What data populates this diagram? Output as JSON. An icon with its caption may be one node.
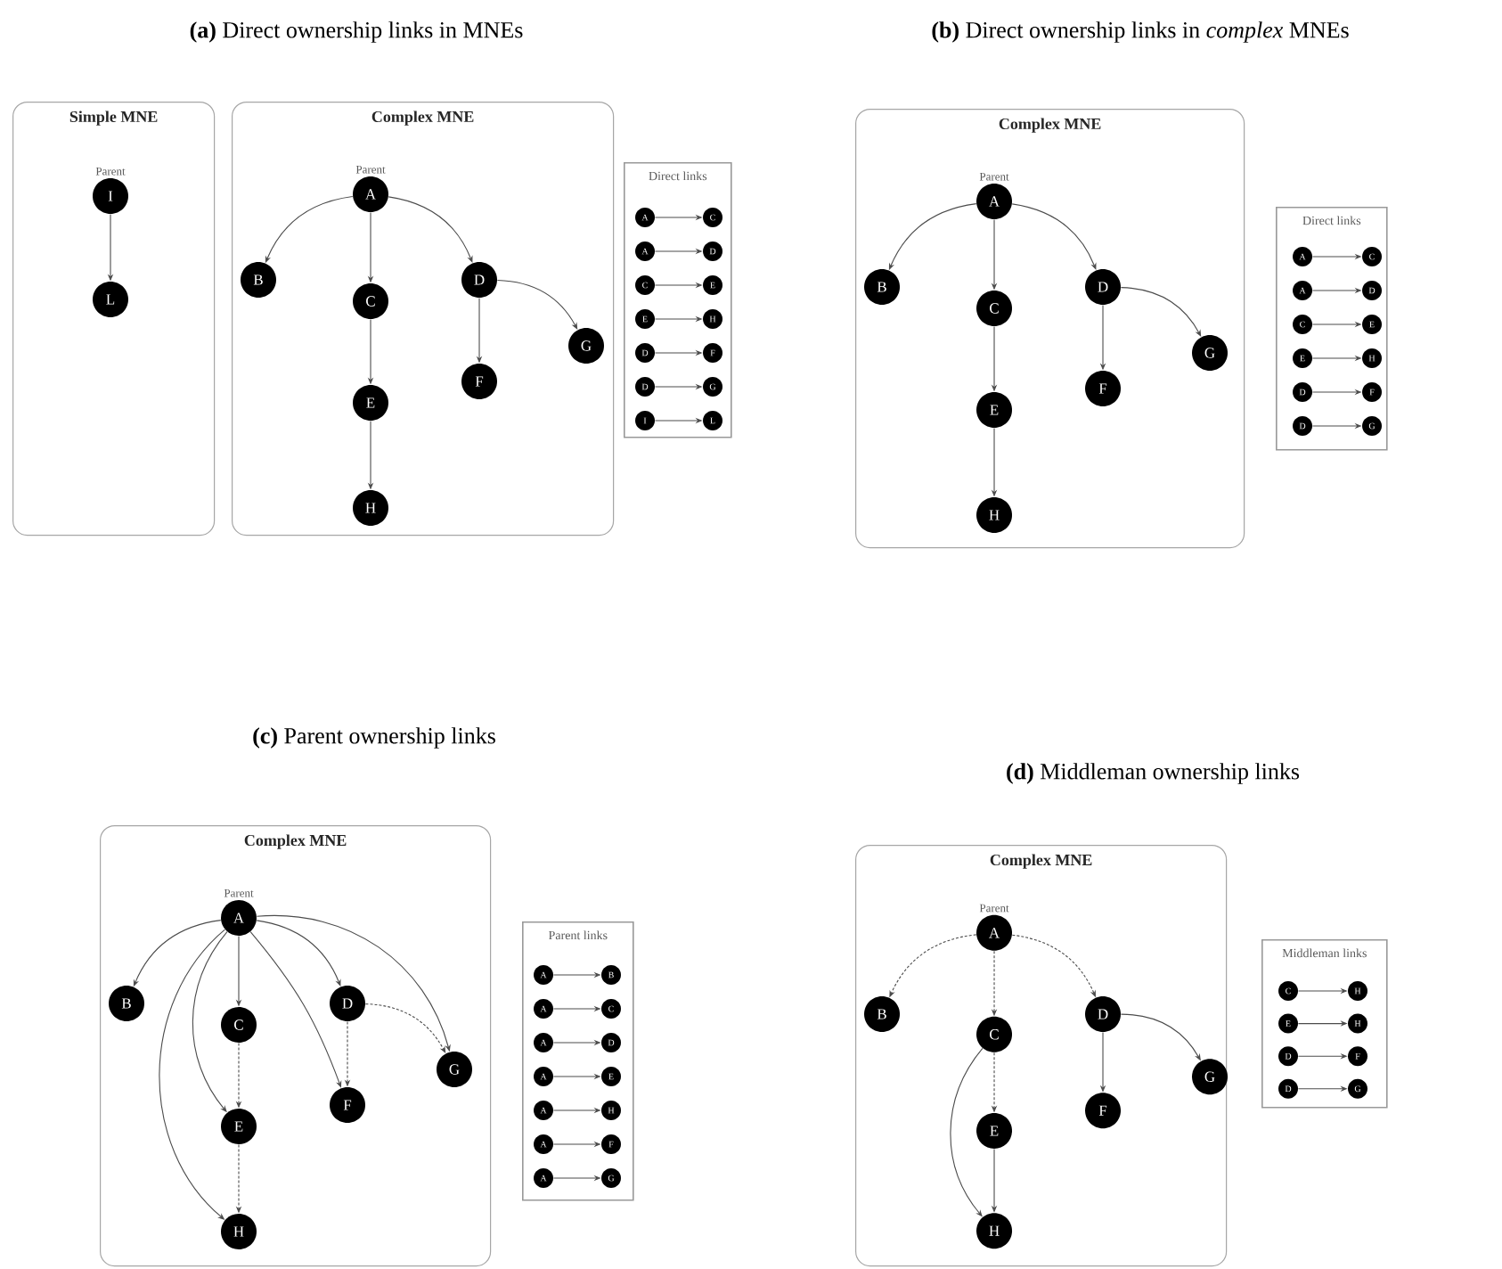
{
  "diagram": {
    "nodes": [
      {
        "text": [
          "Simple MNE"
        ]
      },
      {
        "text": [
          "I"
        ],
        "in": 0,
        "beside": [
          "Parent"
        ]
      },
      {
        "text": [
          "L"
        ],
        "in": 0
      },
      {
        "text": [
          "Complex MNE"
        ]
      },
      {
        "text": [
          "A"
        ],
        "in": 3,
        "beside": [
          "Parent"
        ]
      },
      {
        "text": [
          "B"
        ],
        "in": 3
      },
      {
        "text": [
          "C"
        ],
        "in": 3
      },
      {
        "text": [
          "D"
        ],
        "in": 3
      },
      {
        "text": [
          "E"
        ],
        "in": 3
      },
      {
        "text": [
          "F"
        ],
        "in": 3
      },
      {
        "text": [
          "G"
        ],
        "in": 3
      },
      {
        "text": [
          "H"
        ],
        "in": 3
      },
      {
        "text": [
          "Direct links"
        ]
      },
      {
        "text": [
          "A"
        ],
        "in": 12
      },
      {
        "text": [
          "C"
        ],
        "in": 12
      },
      {
        "text": [
          "A"
        ],
        "in": 12
      },
      {
        "text": [
          "D"
        ],
        "in": 12
      },
      {
        "text": [
          "C"
        ],
        "in": 12
      },
      {
        "text": [
          "E"
        ],
        "in": 12
      },
      {
        "text": [
          "E"
        ],
        "in": 12
      },
      {
        "text": [
          "H"
        ],
        "in": 12
      },
      {
        "text": [
          "D"
        ],
        "in": 12
      },
      {
        "text": [
          "F"
        ],
        "in": 12
      },
      {
        "text": [
          "D"
        ],
        "in": 12
      },
      {
        "text": [
          "G"
        ],
        "in": 12
      },
      {
        "text": [
          "I"
        ],
        "in": 12
      },
      {
        "text": [
          "L"
        ],
        "in": 12
      },
      {
        "text": [
          "Complex MNE"
        ]
      },
      {
        "text": [
          "A"
        ],
        "in": 27,
        "beside": [
          "Parent"
        ]
      },
      {
        "text": [
          "B"
        ],
        "in": 27
      },
      {
        "text": [
          "C"
        ],
        "in": 27
      },
      {
        "text": [
          "D"
        ],
        "in": 27
      },
      {
        "text": [
          "E"
        ],
        "in": 27
      },
      {
        "text": [
          "F"
        ],
        "in": 27
      },
      {
        "text": [
          "G"
        ],
        "in": 27
      },
      {
        "text": [
          "H"
        ],
        "in": 27
      },
      {
        "text": [
          "Direct links"
        ]
      },
      {
        "text": [
          "A"
        ],
        "in": 36
      },
      {
        "text": [
          "C"
        ],
        "in": 36
      },
      {
        "text": [
          "A"
        ],
        "in": 36
      },
      {
        "text": [
          "D"
        ],
        "in": 36
      },
      {
        "text": [
          "C"
        ],
        "in": 36
      },
      {
        "text": [
          "E"
        ],
        "in": 36
      },
      {
        "text": [
          "E"
        ],
        "in": 36
      },
      {
        "text": [
          "H"
        ],
        "in": 36
      },
      {
        "text": [
          "D"
        ],
        "in": 36
      },
      {
        "text": [
          "F"
        ],
        "in": 36
      },
      {
        "text": [
          "D"
        ],
        "in": 36
      },
      {
        "text": [
          "G"
        ],
        "in": 36
      },
      {
        "text": [
          "Complex MNE"
        ]
      },
      {
        "text": [
          "A"
        ],
        "in": 49,
        "beside": [
          "Parent"
        ]
      },
      {
        "text": [
          "B"
        ],
        "in": 49
      },
      {
        "text": [
          "C"
        ],
        "in": 49
      },
      {
        "text": [
          "D"
        ],
        "in": 49
      },
      {
        "text": [
          "E"
        ],
        "in": 49
      },
      {
        "text": [
          "F"
        ],
        "in": 49
      },
      {
        "text": [
          "G"
        ],
        "in": 49
      },
      {
        "text": [
          "H"
        ],
        "in": 49
      },
      {
        "text": [
          "Parent links"
        ]
      },
      {
        "text": [
          "A"
        ],
        "in": 58
      },
      {
        "text": [
          "B"
        ],
        "in": 58
      },
      {
        "text": [
          "A"
        ],
        "in": 58
      },
      {
        "text": [
          "C"
        ],
        "in": 58
      },
      {
        "text": [
          "A"
        ],
        "in": 58
      },
      {
        "text": [
          "D"
        ],
        "in": 58
      },
      {
        "text": [
          "A"
        ],
        "in": 58
      },
      {
        "text": [
          "E"
        ],
        "in": 58
      },
      {
        "text": [
          "A"
        ],
        "in": 58
      },
      {
        "text": [
          "H"
        ],
        "in": 58
      },
      {
        "text": [
          "A"
        ],
        "in": 58
      },
      {
        "text": [
          "F"
        ],
        "in": 58
      },
      {
        "text": [
          "A"
        ],
        "in": 58
      },
      {
        "text": [
          "G"
        ],
        "in": 58
      },
      {
        "text": [
          "Complex MNE"
        ]
      },
      {
        "text": [
          "A"
        ],
        "in": 73,
        "beside": [
          "Parent"
        ]
      },
      {
        "text": [
          "B"
        ],
        "in": 73
      },
      {
        "text": [
          "C"
        ],
        "in": 73
      },
      {
        "text": [
          "D"
        ],
        "in": 73
      },
      {
        "text": [
          "E"
        ],
        "in": 73
      },
      {
        "text": [
          "F"
        ],
        "in": 73
      },
      {
        "text": [
          "G"
        ],
        "in": 73
      },
      {
        "text": [
          "H"
        ],
        "in": 73
      },
      {
        "text": [
          "Middleman links"
        ]
      },
      {
        "text": [
          "C"
        ],
        "in": 82
      },
      {
        "text": [
          "H"
        ],
        "in": 82
      },
      {
        "text": [
          "E"
        ],
        "in": 82
      },
      {
        "text": [
          "H"
        ],
        "in": 82
      },
      {
        "text": [
          "D"
        ],
        "in": 82
      },
      {
        "text": [
          "F"
        ],
        "in": 82
      },
      {
        "text": [
          "D"
        ],
        "in": 82
      },
      {
        "text": [
          "G"
        ],
        "in": 82
      }
    ],
    "edges": [
      {
        "from": 4,
        "to": 5,
        "arrow": "to"
      },
      {
        "from": 4,
        "to": 6,
        "arrow": "to"
      },
      {
        "from": 4,
        "to": 7,
        "arrow": "to"
      },
      {
        "from": 6,
        "to": 8,
        "arrow": "to"
      },
      {
        "from": 8,
        "to": 11,
        "arrow": "to"
      },
      {
        "from": 7,
        "to": 9,
        "arrow": "to"
      },
      {
        "from": 7,
        "to": 10,
        "arrow": "to"
      },
      {
        "from": 1,
        "to": 2,
        "arrow": "to"
      },
      {
        "from": 13,
        "to": 14,
        "arrow": "to"
      },
      {
        "from": 15,
        "to": 16,
        "arrow": "to"
      },
      {
        "from": 17,
        "to": 18,
        "arrow": "to"
      },
      {
        "from": 19,
        "to": 20,
        "arrow": "to"
      },
      {
        "from": 21,
        "to": 22,
        "arrow": "to"
      },
      {
        "from": 23,
        "to": 24,
        "arrow": "to"
      },
      {
        "from": 25,
        "to": 26,
        "arrow": "to"
      },
      {
        "from": 28,
        "to": 29,
        "arrow": "to"
      },
      {
        "from": 28,
        "to": 30,
        "arrow": "to"
      },
      {
        "from": 28,
        "to": 31,
        "arrow": "to"
      },
      {
        "from": 30,
        "to": 32,
        "arrow": "to"
      },
      {
        "from": 32,
        "to": 35,
        "arrow": "to"
      },
      {
        "from": 31,
        "to": 33,
        "arrow": "to"
      },
      {
        "from": 31,
        "to": 34,
        "arrow": "to"
      },
      {
        "from": 37,
        "to": 38,
        "arrow": "to"
      },
      {
        "from": 39,
        "to": 40,
        "arrow": "to"
      },
      {
        "from": 41,
        "to": 42,
        "arrow": "to"
      },
      {
        "from": 43,
        "to": 44,
        "arrow": "to"
      },
      {
        "from": 45,
        "to": 46,
        "arrow": "to"
      },
      {
        "from": 47,
        "to": 48,
        "arrow": "to"
      },
      {
        "from": 50,
        "to": 51,
        "arrow": "to"
      },
      {
        "from": 50,
        "to": 52,
        "arrow": "to"
      },
      {
        "from": 50,
        "to": 53,
        "arrow": "to"
      },
      {
        "from": 50,
        "to": 54,
        "arrow": "to"
      },
      {
        "from": 50,
        "to": 57,
        "arrow": "to"
      },
      {
        "from": 50,
        "to": 55,
        "arrow": "to"
      },
      {
        "from": 50,
        "to": 56,
        "arrow": "to"
      },
      {
        "from": 52,
        "to": 54,
        "arrow": "to",
        "style": "dashed"
      },
      {
        "from": 54,
        "to": 57,
        "arrow": "to",
        "style": "dashed"
      },
      {
        "from": 53,
        "to": 55,
        "arrow": "to",
        "style": "dashed"
      },
      {
        "from": 53,
        "to": 56,
        "arrow": "to",
        "style": "dashed"
      },
      {
        "from": 59,
        "to": 60,
        "arrow": "to"
      },
      {
        "from": 61,
        "to": 62,
        "arrow": "to"
      },
      {
        "from": 63,
        "to": 64,
        "arrow": "to"
      },
      {
        "from": 65,
        "to": 66,
        "arrow": "to"
      },
      {
        "from": 67,
        "to": 68,
        "arrow": "to"
      },
      {
        "from": 69,
        "to": 70,
        "arrow": "to"
      },
      {
        "from": 71,
        "to": 72,
        "arrow": "to"
      },
      {
        "from": 74,
        "to": 75,
        "arrow": "to",
        "style": "dashed"
      },
      {
        "from": 74,
        "to": 76,
        "arrow": "to",
        "style": "dashed"
      },
      {
        "from": 74,
        "to": 77,
        "arrow": "to",
        "style": "dashed"
      },
      {
        "from": 76,
        "to": 78,
        "arrow": "to",
        "style": "dashed"
      },
      {
        "from": 76,
        "to": 81,
        "arrow": "to"
      },
      {
        "from": 78,
        "to": 81,
        "arrow": "to"
      },
      {
        "from": 77,
        "to": 79,
        "arrow": "to"
      },
      {
        "from": 77,
        "to": 80,
        "arrow": "to"
      },
      {
        "from": 83,
        "to": 84,
        "arrow": "to"
      },
      {
        "from": 85,
        "to": 86,
        "arrow": "to"
      },
      {
        "from": 87,
        "to": 88,
        "arrow": "to"
      },
      {
        "from": 89,
        "to": 90,
        "arrow": "to"
      }
    ],
    "labels": [
      "**(a)** Direct ownership links in MNEs",
      "**(b)** Direct ownership links in *complex* MNEs",
      "**(c)** Parent ownership links",
      "**(d)** Middleman ownership links"
    ]
  }
}
